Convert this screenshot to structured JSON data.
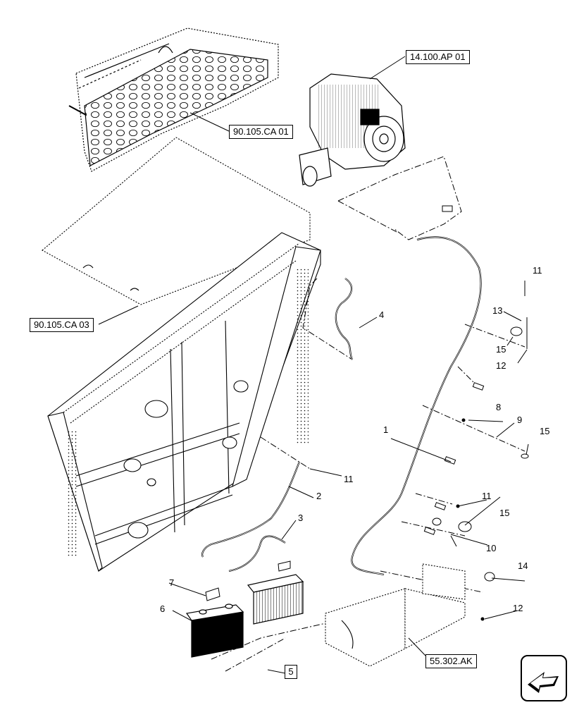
{
  "references": {
    "transmission": "14.100.AP 01",
    "upper_shield": "90.105.CA 01",
    "lower_panel": "90.105.CA 03",
    "battery_tray": "55.302.AK"
  },
  "callouts": {
    "c1": "1",
    "c2": "2",
    "c3": "3",
    "c4": "4",
    "c5": "5",
    "c6": "6",
    "c7": "7",
    "c8": "8",
    "c9": "9",
    "c10": "10",
    "c11a": "11",
    "c11b": "11",
    "c11c": "11",
    "c12a": "12",
    "c12b": "12",
    "c13": "13",
    "c14": "14",
    "c15a": "15",
    "c15b": "15",
    "c15c": "15"
  },
  "icons": {
    "nav": "next-page-arrow-icon"
  }
}
